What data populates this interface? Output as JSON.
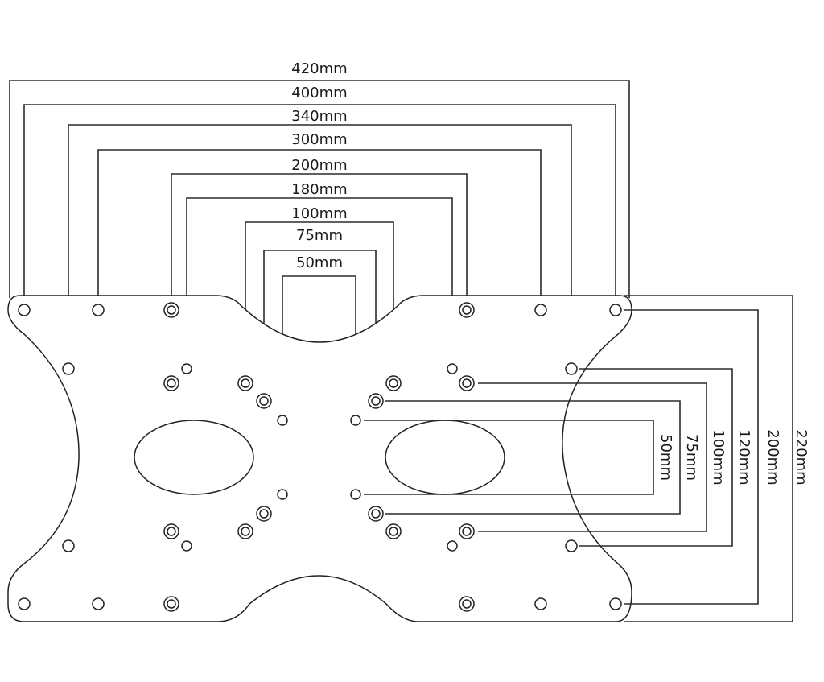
{
  "horizontal_dimensions": [
    "420mm",
    "400mm",
    "340mm",
    "300mm",
    "200mm",
    "180mm",
    "100mm",
    "75mm",
    "50mm"
  ],
  "vertical_dimensions": [
    "50mm",
    "75mm",
    "100mm",
    "120mm",
    "200mm",
    "220mm"
  ],
  "colors": {
    "line": "#222222",
    "background": "#ffffff",
    "text": "#1a1a1a"
  }
}
